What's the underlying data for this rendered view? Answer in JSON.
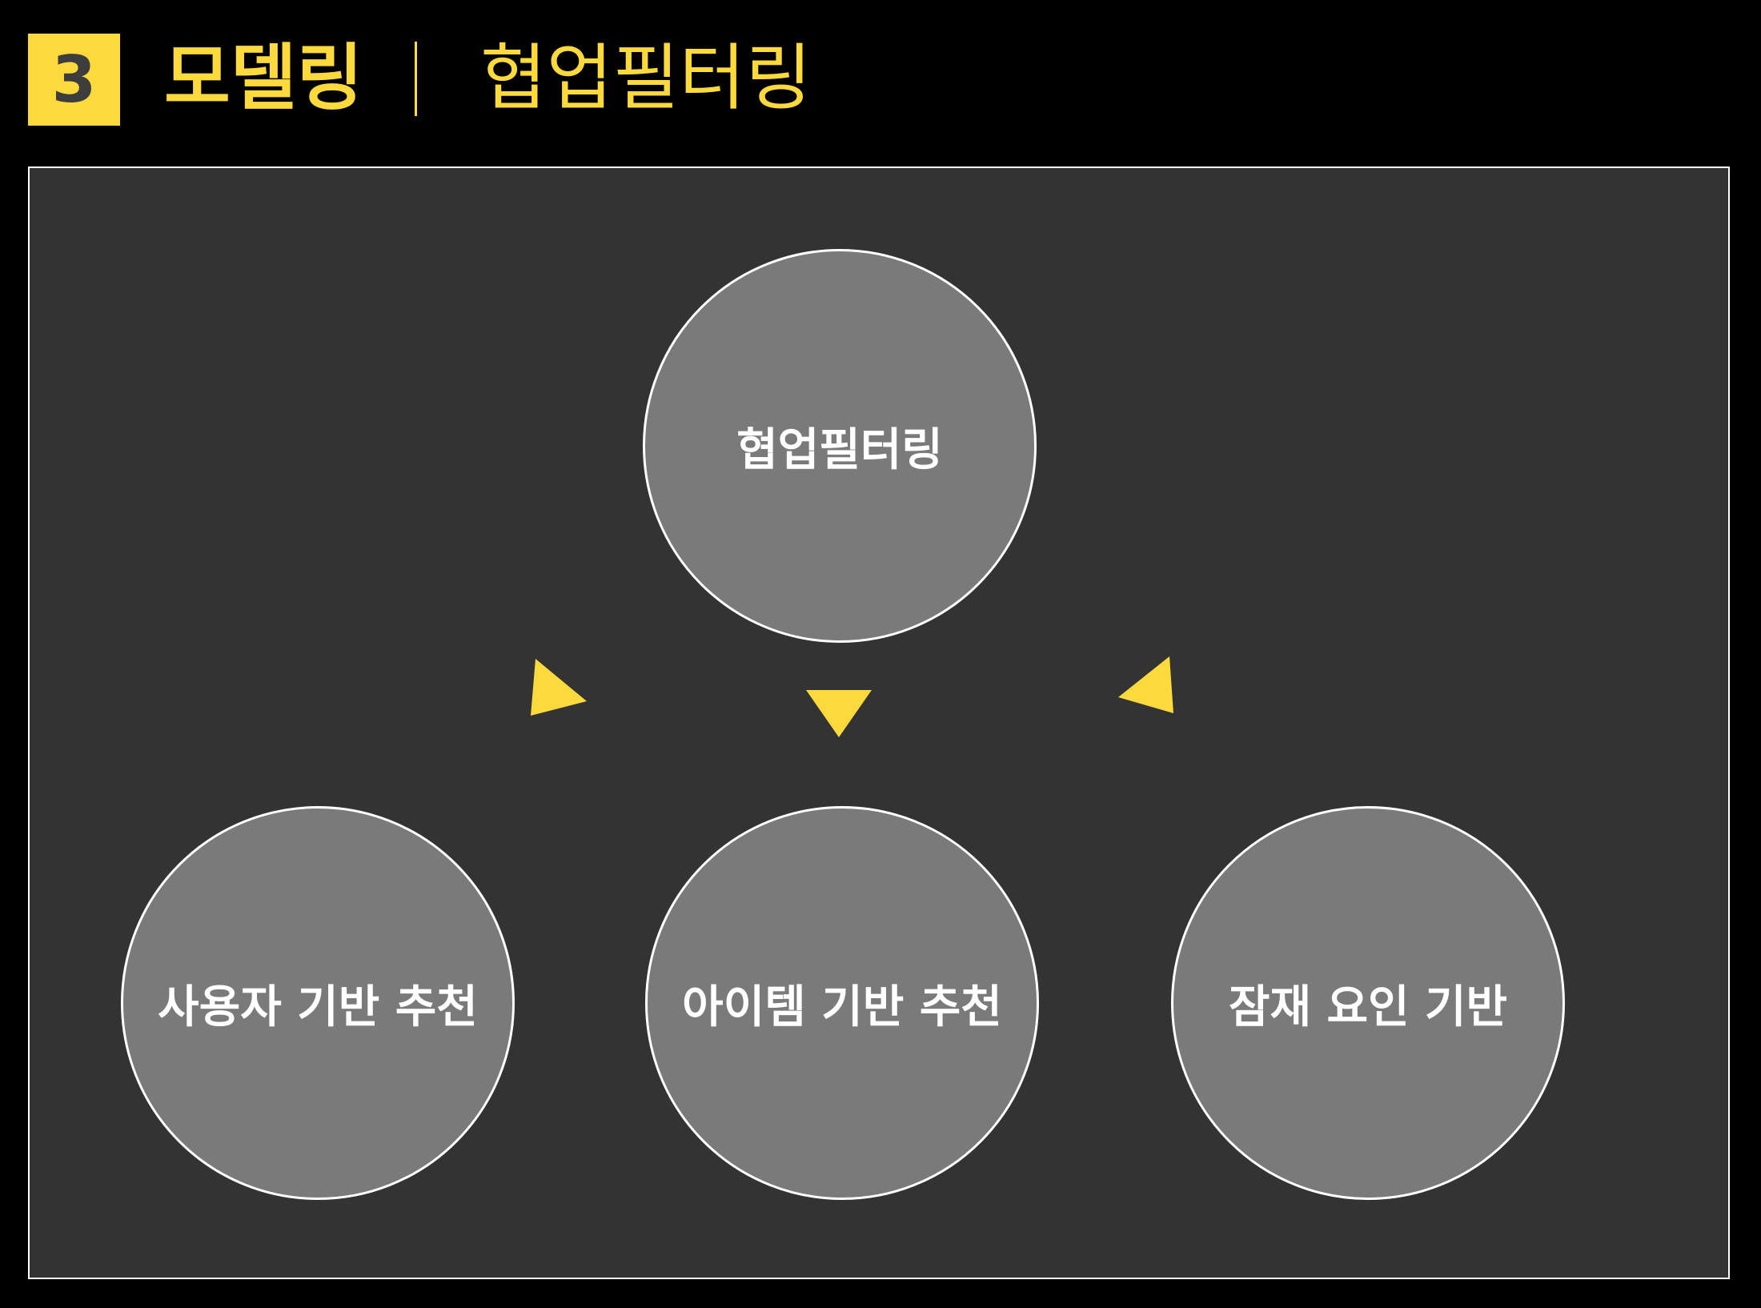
{
  "header": {
    "section_number": "3",
    "title": "모델링",
    "subtitle": "협업필터링"
  },
  "diagram": {
    "root": {
      "label": "협업필터링"
    },
    "children": [
      {
        "label": "사용자 기반 추천"
      },
      {
        "label": "아이템 기반 추천"
      },
      {
        "label": "잠재 요인 기반"
      }
    ]
  },
  "colors": {
    "accent": "#fcd93d",
    "page_background": "#000000",
    "panel_background": "#333333",
    "node_fill": "#7a7a7a",
    "node_border": "#ffffff",
    "node_text": "#ffffff",
    "section_number_text": "#3d3d3d"
  },
  "icons": {
    "arrow": "triangle-arrow-icon"
  }
}
